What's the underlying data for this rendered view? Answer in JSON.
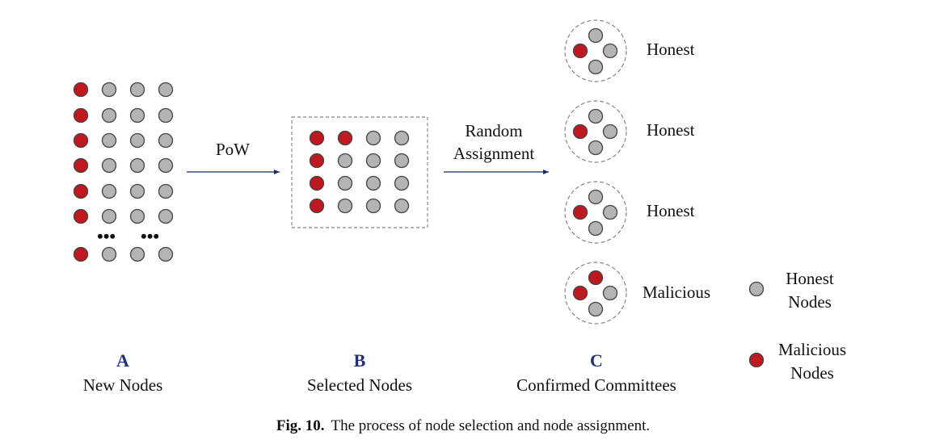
{
  "colors": {
    "malicious": "#c0181f",
    "honest": "#b4b4b4",
    "node_stroke": "#444444",
    "arrow": "#1b2a6b",
    "letter": "#232e7c",
    "dashed": "#888888"
  },
  "panels": {
    "a": {
      "letter": "A",
      "title": "New Nodes",
      "ellipsis": "•••"
    },
    "b": {
      "letter": "B",
      "title": "Selected Nodes"
    },
    "c": {
      "letter": "C",
      "title": "Confirmed Committees"
    }
  },
  "arrows": {
    "pow": {
      "label": "PoW"
    },
    "assign": {
      "label_line1": "Random",
      "label_line2": "Assignment"
    }
  },
  "grid_a": {
    "rows": [
      [
        "m",
        "h",
        "h",
        "h"
      ],
      [
        "m",
        "h",
        "h",
        "h"
      ],
      [
        "m",
        "h",
        "h",
        "h"
      ],
      [
        "m",
        "h",
        "h",
        "h"
      ],
      [
        "m",
        "h",
        "h",
        "h"
      ],
      [
        "m",
        "h",
        "h",
        "h"
      ],
      [
        "m",
        "h",
        "h",
        "h"
      ]
    ]
  },
  "grid_b": {
    "rows": [
      [
        "m",
        "m",
        "h",
        "h"
      ],
      [
        "m",
        "h",
        "h",
        "h"
      ],
      [
        "m",
        "h",
        "h",
        "h"
      ],
      [
        "m",
        "h",
        "h",
        "h"
      ]
    ]
  },
  "committees": [
    {
      "label": "Honest",
      "nodes": [
        "h",
        "m",
        "h",
        "h"
      ]
    },
    {
      "label": "Honest",
      "nodes": [
        "h",
        "m",
        "h",
        "h"
      ]
    },
    {
      "label": "Honest",
      "nodes": [
        "h",
        "m",
        "h",
        "h"
      ]
    },
    {
      "label": "Malicious",
      "nodes": [
        "m",
        "m",
        "h",
        "h"
      ]
    }
  ],
  "legend": {
    "honest_line1": "Honest",
    "honest_line2": "Nodes",
    "malicious_line1": "Malicious",
    "malicious_line2": "Nodes"
  },
  "caption": {
    "label": "Fig. 10.",
    "text": "The process of node selection and node assignment."
  }
}
